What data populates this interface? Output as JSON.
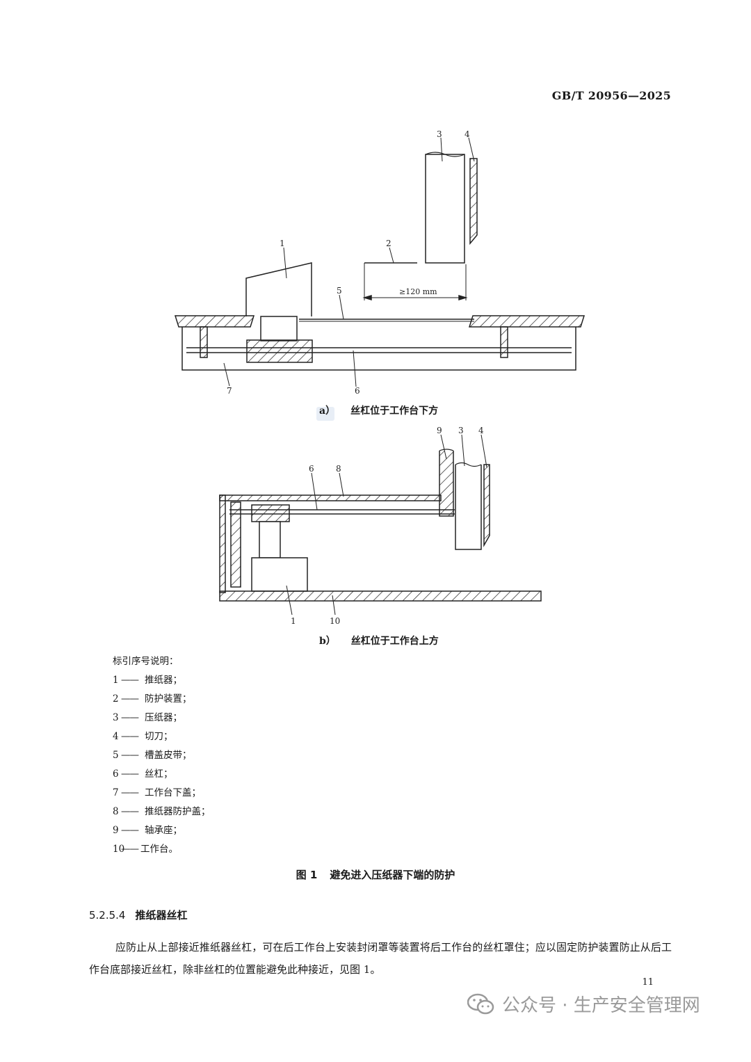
{
  "header": {
    "standard_no": "GB/T  20956—2025"
  },
  "figure_a": {
    "caption_letter": "a）",
    "caption_text": "丝杠位于工作台下方",
    "labels": {
      "l1": "1",
      "l2": "2",
      "l3": "3",
      "l4": "4",
      "l5": "5",
      "l6": "6",
      "l7": "7"
    },
    "dimension": "≥120 mm"
  },
  "figure_b": {
    "caption_letter": "b）",
    "caption_text": "丝杠位于工作台上方",
    "labels": {
      "l9": "9",
      "l3": "3",
      "l4": "4",
      "l6": "6",
      "l8": "8",
      "l1": "1",
      "l10": "10"
    }
  },
  "legend": {
    "title": "标引序号说明：",
    "items": [
      {
        "num": "1",
        "dash": "——",
        "text": "推纸器；"
      },
      {
        "num": "2",
        "dash": "——",
        "text": "防护装置；"
      },
      {
        "num": "3",
        "dash": "——",
        "text": "压纸器；"
      },
      {
        "num": "4",
        "dash": "——",
        "text": "切刀；"
      },
      {
        "num": "5",
        "dash": "——",
        "text": "槽盖皮带；"
      },
      {
        "num": "6",
        "dash": "——",
        "text": "丝杠；"
      },
      {
        "num": "7",
        "dash": "——",
        "text": "工作台下盖；"
      },
      {
        "num": "8",
        "dash": "——",
        "text": "推纸器防护盖；"
      },
      {
        "num": "9",
        "dash": "——",
        "text": "轴承座；"
      },
      {
        "num": "10",
        "dash": "——",
        "text": "工作台。"
      }
    ]
  },
  "figure_title": {
    "number": "图 1",
    "text": "避免进入压纸器下端的防护"
  },
  "section": {
    "number": "5.2.5.4",
    "title": "推纸器丝杠"
  },
  "paragraph": "应防止从上部接近推纸器丝杠，可在后工作台上安装封闭罩等装置将后工作台的丝杠罩住；应以固定防护装置防止从后工作台底部接近丝杠，除非丝杠的位置能避免此种接近，见图 1。",
  "page_number": "11",
  "watermark": {
    "text": "公众号 · 生产安全管理网",
    "icon": "wechat-icon"
  }
}
